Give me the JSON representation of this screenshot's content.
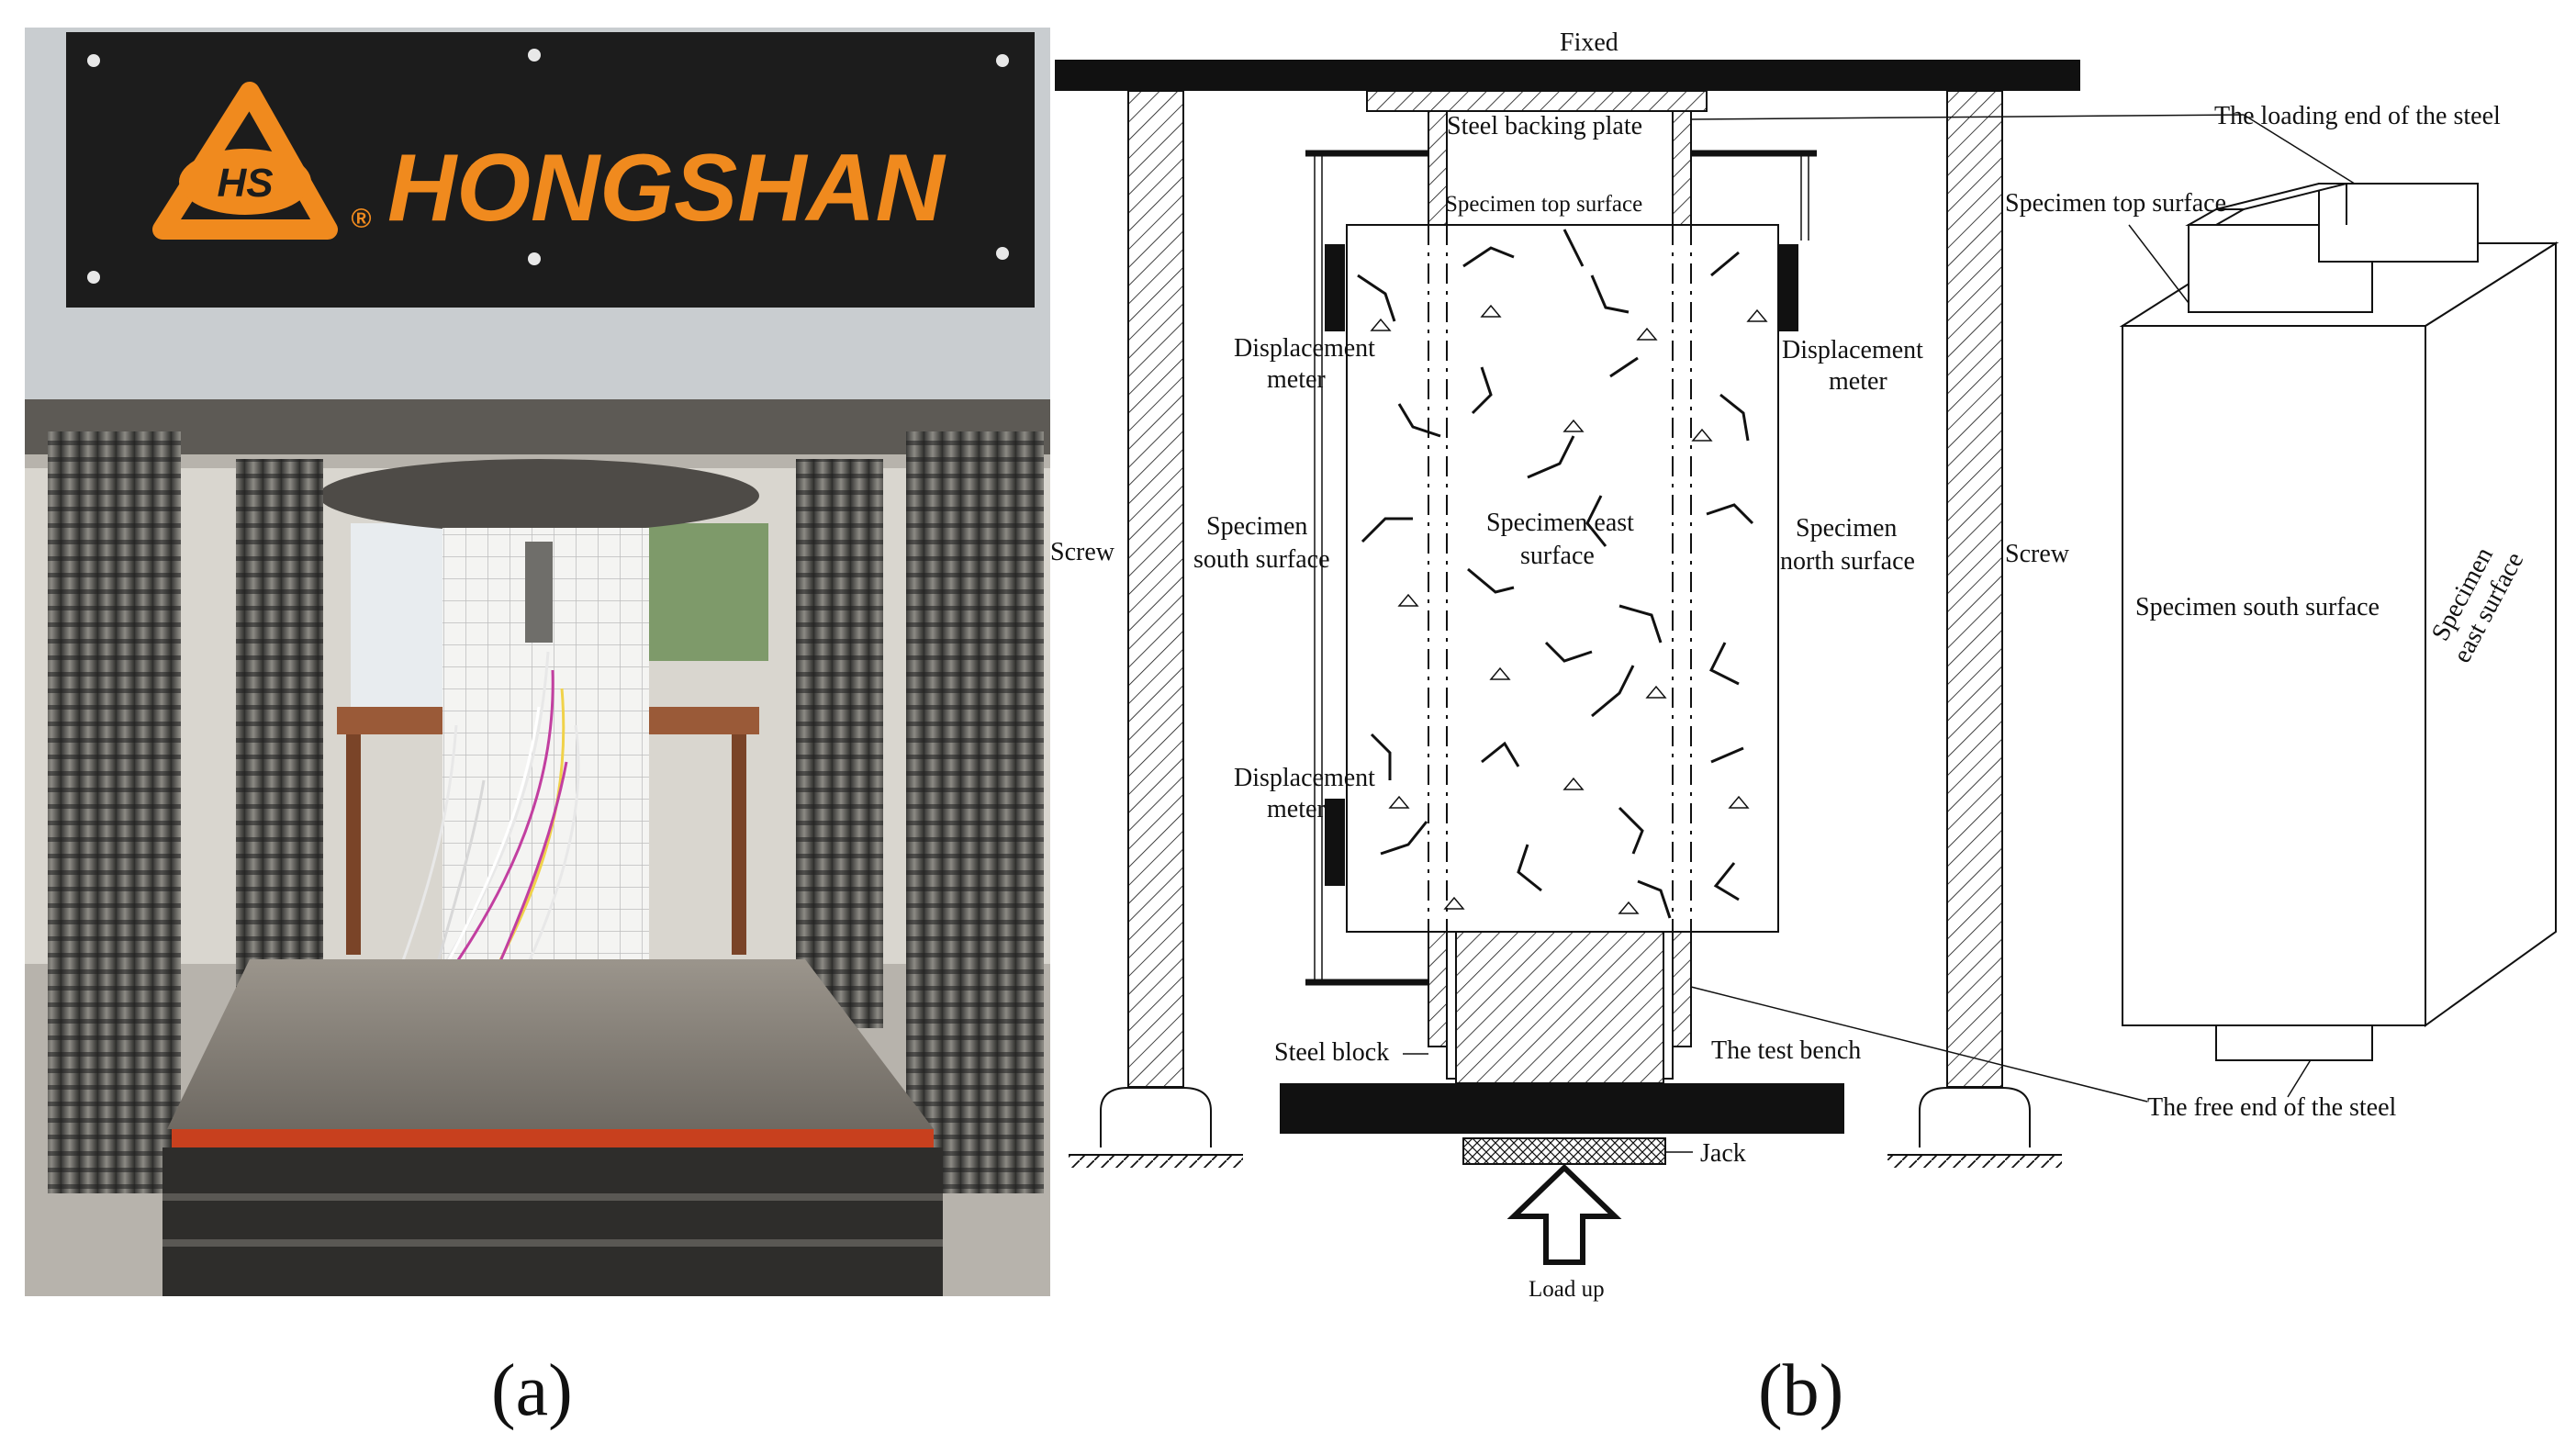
{
  "panel_a": {
    "caption": "(a)",
    "brand_name": "HONGSHAN",
    "brand_logo_text": "HS",
    "brand_registered": "®"
  },
  "panel_b": {
    "caption": "(b)",
    "labels": {
      "fixed": "Fixed",
      "steel_backing_plate": "Steel backing plate",
      "loading_end": "The loading end of the steel",
      "specimen_top_surface": "Specimen top surface",
      "specimen_top_surface_3d": "Specimen top surface",
      "displacement_meter_line1": "Displacement",
      "displacement_meter_line2": "meter",
      "specimen_south_line1": "Specimen",
      "specimen_south_line2": "south surface",
      "specimen_east_line1": "Specimen east",
      "specimen_east_line2": "surface",
      "specimen_north_line1": "Specimen",
      "specimen_north_line2": "north surface",
      "screw": "Screw",
      "steel_block": "Steel block",
      "test_bench": "The test bench",
      "free_end": "The free end of the steel",
      "jack": "Jack",
      "load_up": "Load up",
      "specimen_south_3d": "Specimen south surface",
      "specimen_east_3d_line1": "Specimen",
      "specimen_east_3d_line2": "east  surface"
    }
  },
  "colors": {
    "machine_plate": "#1c1c1c",
    "logo_orange": "#f08a1e",
    "frame_grey": "#c9cdd0",
    "screw_dark": "#4a4a48",
    "floor_grey": "#8a8680",
    "diagram_ink": "#111111"
  }
}
